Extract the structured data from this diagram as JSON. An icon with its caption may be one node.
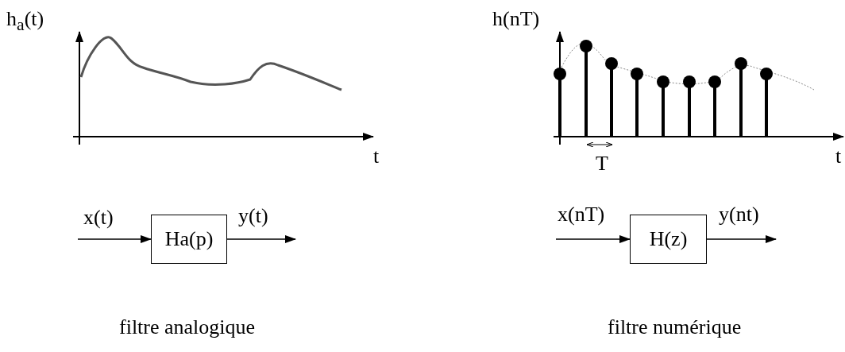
{
  "diagram": {
    "nodes": [
      {
        "text": [
          "Ha(p)"
        ]
      },
      {
        "text": [
          "H(z)"
        ]
      }
    ],
    "edges": [
      {
        "from": null,
        "to": 0,
        "arrow": "to",
        "label": "x(t)"
      },
      {
        "from": 0,
        "to": null,
        "arrow": "to",
        "label": "y(t)"
      },
      {
        "from": null,
        "to": 1,
        "arrow": "to",
        "label": "x(nT)"
      },
      {
        "from": 1,
        "to": null,
        "arrow": "to",
        "label": "y(nt)"
      }
    ],
    "labels": [
      "h$_{a}$(t)",
      "t",
      "h(nT)",
      "t",
      "T",
      "filtre analogique",
      "filtre numérique"
    ]
  }
}
